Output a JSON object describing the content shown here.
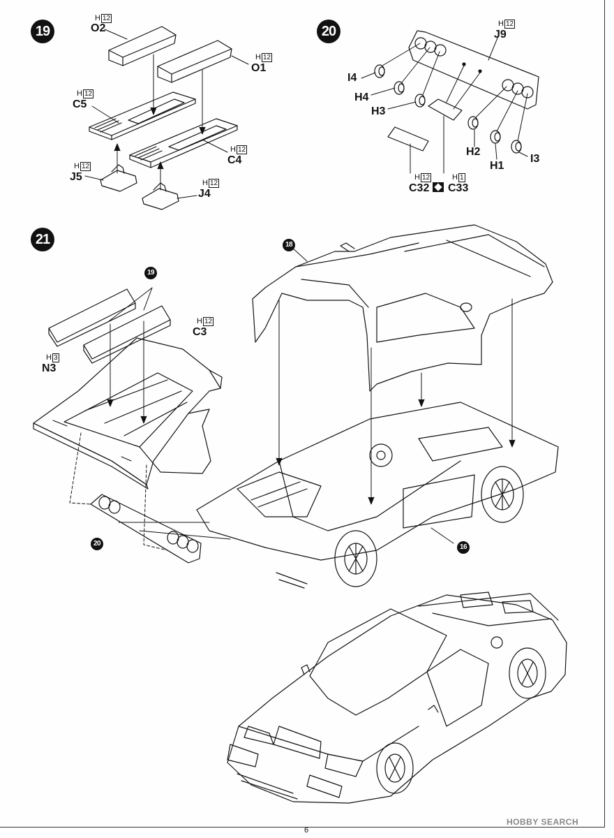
{
  "steps": {
    "s19": "19",
    "s20": "20",
    "s21": "21"
  },
  "refs": {
    "r18": "18",
    "r19": "19",
    "r20": "20",
    "r16": "16"
  },
  "parts": {
    "O2": "O2",
    "O1": "O1",
    "C5": "C5",
    "C4": "C4",
    "J5": "J5",
    "J4": "J4",
    "J9": "J9",
    "I4": "I4",
    "H4": "H4",
    "H3": "H3",
    "H2": "H2",
    "H1": "H1",
    "I3": "I3",
    "C32": "C32",
    "C33": "C33",
    "C3": "C3",
    "N3": "N3"
  },
  "codes": {
    "H": "H",
    "n12": "12",
    "n1": "1",
    "n3": "3"
  },
  "page_number": "6",
  "watermark": "HOBBY SEARCH",
  "icons": [
    "link-symbol-icon"
  ]
}
